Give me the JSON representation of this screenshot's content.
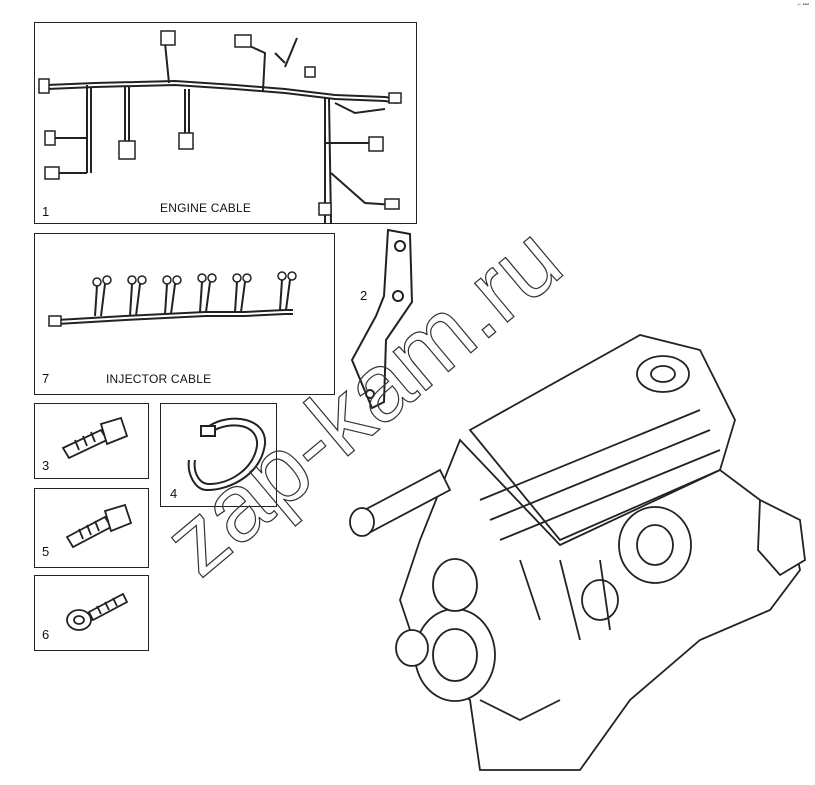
{
  "corner_mark": "⌐ ▪▪▪",
  "watermark": "zap-kam.ru",
  "parts": [
    {
      "id": "engine-cable",
      "number": "1",
      "label": "ENGINE CABLE"
    },
    {
      "id": "bracket",
      "number": "2",
      "label": ""
    },
    {
      "id": "bolt-a",
      "number": "3",
      "label": ""
    },
    {
      "id": "clamp",
      "number": "4",
      "label": ""
    },
    {
      "id": "bolt-b",
      "number": "5",
      "label": ""
    },
    {
      "id": "bolt-c",
      "number": "6",
      "label": ""
    },
    {
      "id": "injector-cable",
      "number": "7",
      "label": "INJECTOR CABLE"
    }
  ]
}
